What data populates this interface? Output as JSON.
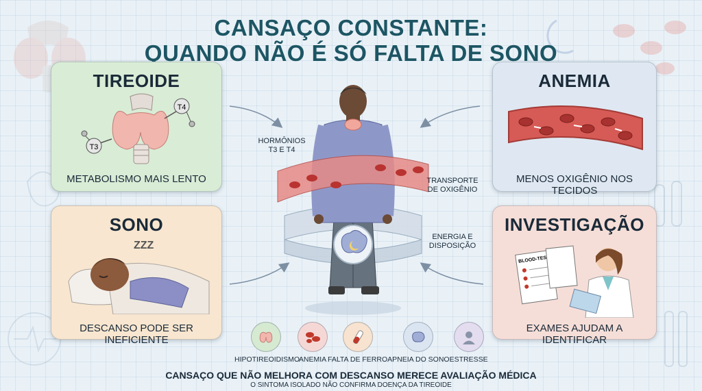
{
  "title": {
    "line1": "CANSAÇO CONSTANTE:",
    "line2": "QUANDO NÃO É SÓ FALTA DE SONO"
  },
  "cards": {
    "thyroid": {
      "title": "TIREOIDE",
      "caption": "METABOLISMO MAIS LENTO",
      "t3": "T3",
      "t4": "T4",
      "color": "#d9ecd6"
    },
    "anemia": {
      "title": "ANEMIA",
      "caption": "MENOS OXIGÊNIO NOS TECIDOS",
      "color": "#dfe8f2"
    },
    "sleep": {
      "title": "SONO",
      "caption": "DESCANSO PODE SER INEFICIENTE",
      "zzz": "ZZZ",
      "color": "#f8e6d0"
    },
    "investigation": {
      "title": "INVESTIGAÇÃO",
      "caption": "EXAMES AJUDAM A IDENTIFICAR",
      "document_label": "BLOOD-TEST",
      "color": "#f6ded8"
    }
  },
  "center_labels": {
    "hormones": [
      "HORMÔNIOS",
      "T3 E T4"
    ],
    "oxygen": [
      "TRANSPORTE",
      "DE OXIGÊNIO"
    ],
    "energy": [
      "ENERGIA E",
      "DISPOSIÇÃO"
    ]
  },
  "legend": [
    {
      "label": "HIPOTIREOIDISMO",
      "icon": "thyroid-icon",
      "color": "#d6ead2"
    },
    {
      "label": "ANEMIA",
      "icon": "blood-cells-icon",
      "color": "#f5d8d6"
    },
    {
      "label": "FALTA DE FERRO",
      "icon": "test-tube-icon",
      "color": "#f7e3cf"
    },
    {
      "label": "APNEIA DO SONO",
      "icon": "sleep-brain-icon",
      "color": "#dbe5f1"
    },
    {
      "label": "ESTRESSE",
      "icon": "stressed-person-icon",
      "color": "#e4dcef"
    }
  ],
  "footer": {
    "line1": "CANSAÇO QUE NÃO MELHORA COM DESCANSO MERECE AVALIAÇÃO MÉDICA",
    "line2": "O SINTOMA ISOLADO NÃO CONFIRMA DOENÇA DA TIREOIDE"
  }
}
